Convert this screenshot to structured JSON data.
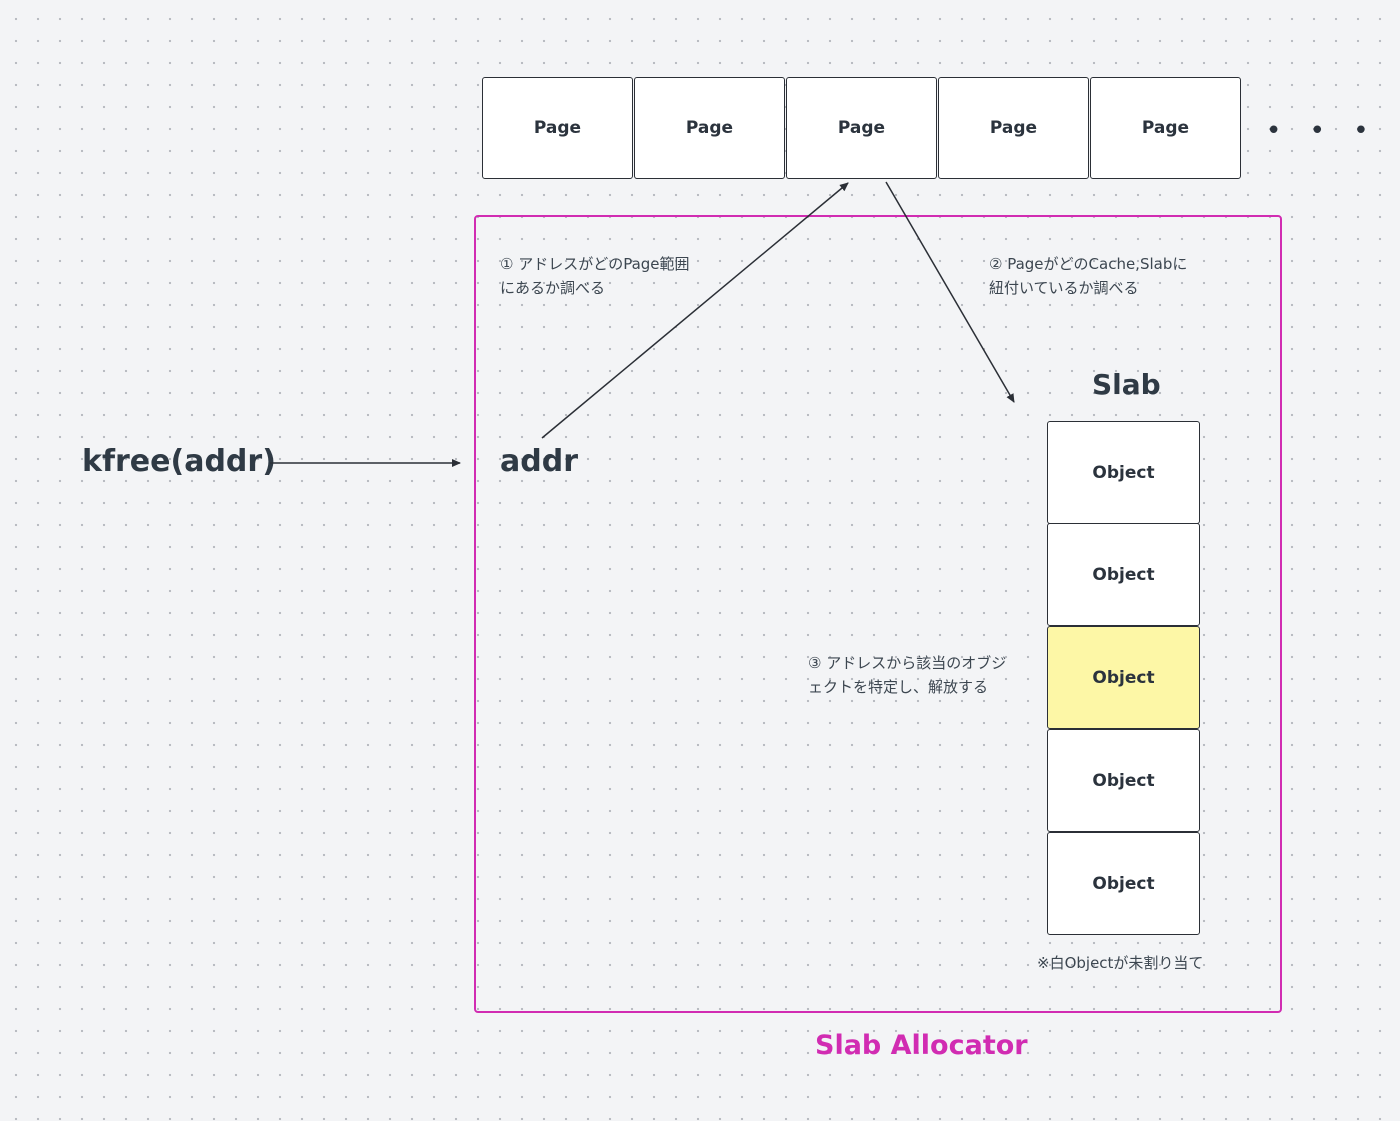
{
  "pages": {
    "items": [
      "Page",
      "Page",
      "Page",
      "Page",
      "Page"
    ],
    "ellipsis": "• • •"
  },
  "call": {
    "label": "kfree(addr)"
  },
  "allocator": {
    "label": "Slab Allocator",
    "frame_color": "#d12cb2",
    "addr_label": "addr"
  },
  "steps": {
    "step1": {
      "line1": "① アドレスがどのPage範囲",
      "line2": "にあるか調べる"
    },
    "step2": {
      "line1": "② PageがどのCache,Slabに",
      "line2": "紐付いているか調べる"
    },
    "step3": {
      "line1": "③ アドレスから該当のオブジ",
      "line2": "ェクトを特定し、解放する"
    }
  },
  "slab": {
    "title": "Slab",
    "objects": [
      {
        "label": "Object",
        "allocated": false
      },
      {
        "label": "Object",
        "allocated": false
      },
      {
        "label": "Object",
        "allocated": true
      },
      {
        "label": "Object",
        "allocated": false
      },
      {
        "label": "Object",
        "allocated": false
      }
    ],
    "highlight_color": "#fdf7a6",
    "note": "※白Objectが未割り当て"
  }
}
